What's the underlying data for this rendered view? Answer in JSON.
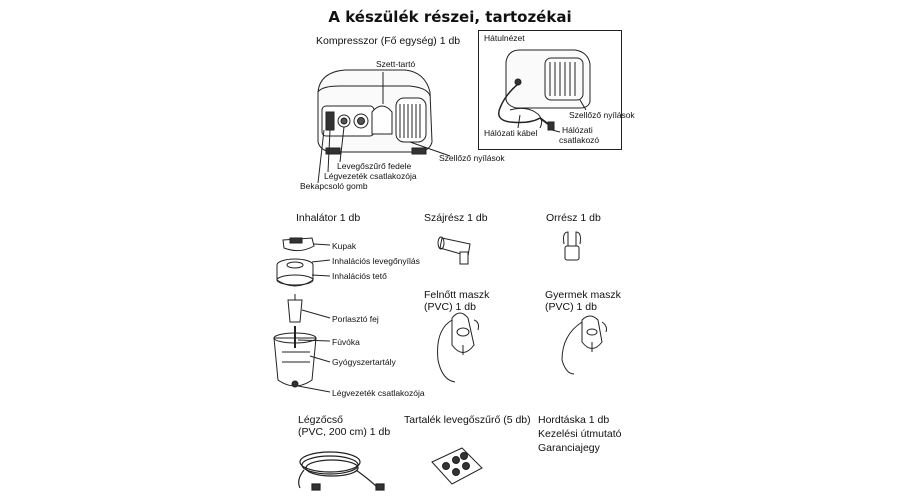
{
  "title": "A készülék részei, tartozékai",
  "compressor": {
    "heading": "Kompresszor (Fő egység) 1 db",
    "labels": {
      "set_holder": "Szett-tartó",
      "air_vents": "Szellőző nyílások",
      "air_filter_cover": "Levegőszűrő fedele",
      "air_tube_connector": "Légvezeték csatlakozója",
      "power_button": "Bekapcsoló gomb"
    }
  },
  "rear_view": {
    "heading": "Hátulnézet",
    "labels": {
      "air_vents": "Szellőző nyílások",
      "power_cable": "Hálózati kábel",
      "power_plug_line1": "Hálózati",
      "power_plug_line2": "csatlakozó"
    }
  },
  "inhaler": {
    "heading": "Inhalátor 1 db",
    "labels": {
      "cap": "Kupak",
      "inhalation_air_opening": "Inhalációs levegőnyílás",
      "inhalation_top": "Inhalációs tető",
      "nebulizer_head": "Porlasztó fej",
      "nozzle": "Fúvóka",
      "medication_tank": "Gyógyszertartály",
      "air_tube_connector": "Légvezeték csatlakozója"
    }
  },
  "mouthpiece": {
    "heading": "Szájrész 1 db"
  },
  "nosepiece": {
    "heading": "Orrész 1 db"
  },
  "adult_mask": {
    "line1": "Felnőtt maszk",
    "line2": "(PVC) 1 db"
  },
  "child_mask": {
    "line1": "Gyermek maszk",
    "line2": "(PVC) 1 db"
  },
  "air_tube": {
    "line1": "Légzőcső",
    "line2": "(PVC, 200 cm) 1 db"
  },
  "spare_filters": {
    "heading": "Tartalék levegőszűrő (5 db)"
  },
  "extras": {
    "line1": "Hordtáska 1 db",
    "line2": "Kezelési útmutató",
    "line3": "Garanciajegy"
  }
}
